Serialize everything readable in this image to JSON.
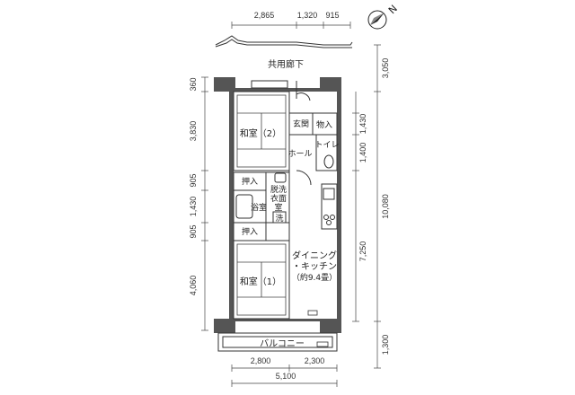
{
  "corridor": "共用廊下",
  "balcony": "バルコニー",
  "rooms": {
    "washitsu2": "和室（2）",
    "washitsu1": "和室（1）",
    "genkan": "玄関",
    "monoire": "物入",
    "hall": "ホール",
    "toilet": "トイレ",
    "oshiire_top": "押入",
    "oshiire_bottom": "押入",
    "bath": "浴室",
    "senmen_1": "脱洗",
    "senmen_2": "衣面",
    "senmen_3": "室",
    "wash": "洗",
    "dk_1": "ダイニング",
    "dk_2": "・キッチン",
    "dk_3": "（約9.4畳）"
  },
  "dimensions": {
    "top": [
      "2,865",
      "1,320",
      "915"
    ],
    "bottom_a": [
      "2,800",
      "2,300"
    ],
    "bottom_total": "5,100",
    "left": [
      "360",
      "3,830",
      "905",
      "1,430",
      "905",
      "4,060"
    ],
    "right_outer": [
      "3,050",
      "10,080",
      "1,300"
    ],
    "right_inner": [
      "1,430",
      "1,400",
      "7,250"
    ]
  },
  "compass": {
    "label": "N"
  },
  "colors": {
    "wall": "#555555",
    "line": "#333333",
    "background": "#ffffff"
  }
}
